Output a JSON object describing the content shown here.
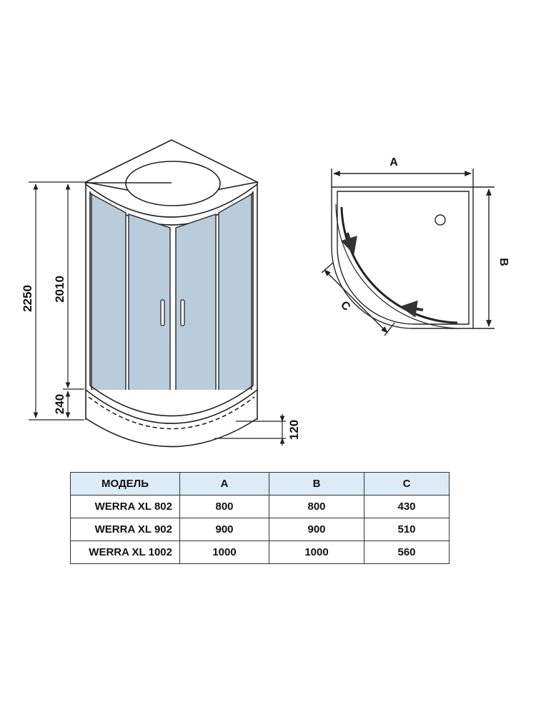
{
  "cabin": {
    "height_total": "2250",
    "height_doors": "2010",
    "height_tray": "240",
    "tray_depth": "120"
  },
  "plan": {
    "label_a": "A",
    "label_b": "B",
    "label_c": "C"
  },
  "table": {
    "headers": [
      "МОДЕЛЬ",
      "A",
      "B",
      "C"
    ],
    "rows": [
      [
        "WERRA XL 802",
        "800",
        "800",
        "430"
      ],
      [
        "WERRA XL 902",
        "900",
        "900",
        "510"
      ],
      [
        "WERRA XL 1002",
        "1000",
        "1000",
        "560"
      ]
    ],
    "header_color": "#dcebf6"
  },
  "colors": {
    "glass": "#b9ccdc",
    "line": "#222222"
  }
}
